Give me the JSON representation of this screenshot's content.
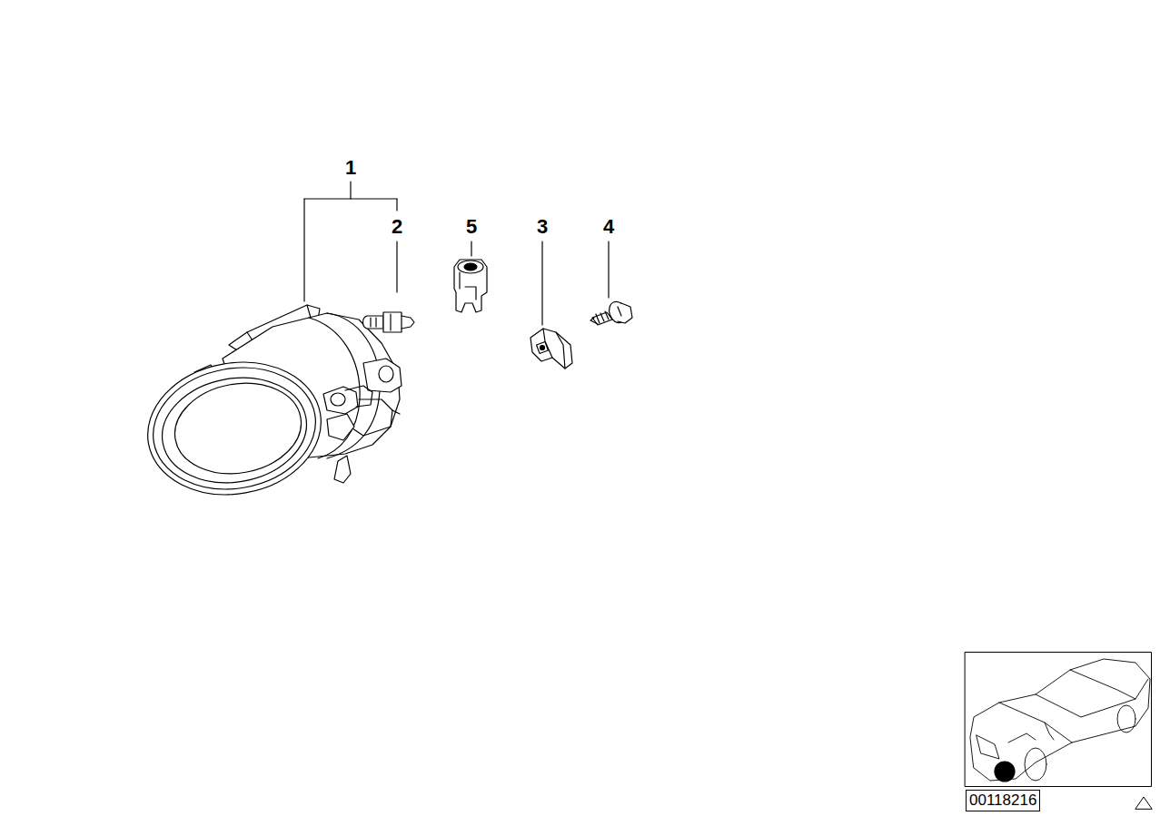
{
  "diagram": {
    "nodes": [
      {
        "text": [
          "00118216"
        ]
      }
    ],
    "labels": [
      "1",
      "2",
      "5",
      "3",
      "4"
    ]
  }
}
